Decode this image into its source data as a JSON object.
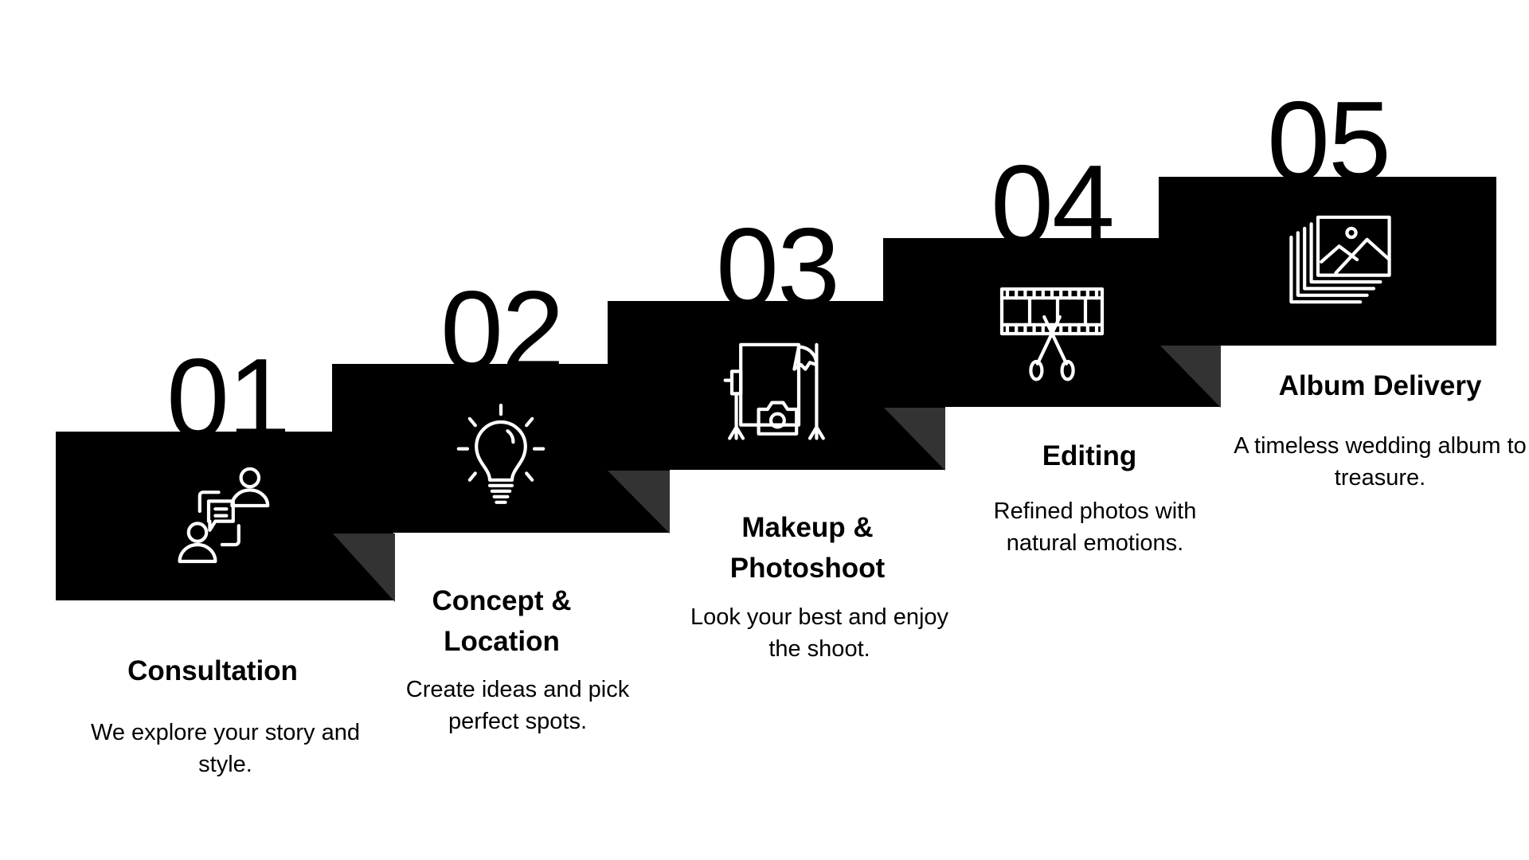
{
  "fold_color": "#333333",
  "steps": [
    {
      "number": "01",
      "title": "Consultation",
      "description": "We explore your story and style.",
      "icon": "consultation-icon"
    },
    {
      "number": "02",
      "title": "Concept & Location",
      "description": "Create ideas and pick perfect spots.",
      "icon": "lightbulb-icon"
    },
    {
      "number": "03",
      "title": "Makeup & Photoshoot",
      "description": "Look your best and enjoy the shoot.",
      "icon": "photo-studio-icon"
    },
    {
      "number": "04",
      "title": "Editing",
      "description": "Refined photos with natural emotions.",
      "icon": "film-scissors-icon"
    },
    {
      "number": "05",
      "title": "Album Delivery",
      "description": "A timeless wedding album to treasure.",
      "icon": "photo-album-icon"
    }
  ]
}
